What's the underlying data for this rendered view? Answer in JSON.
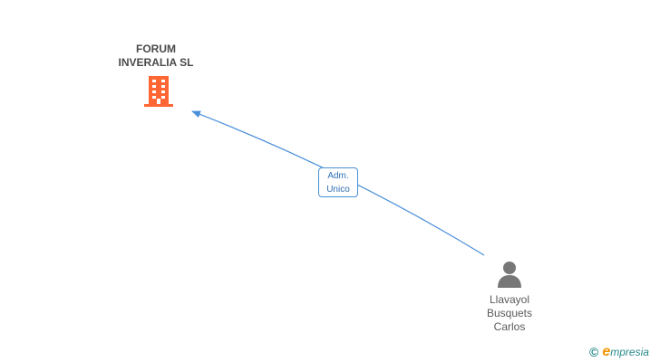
{
  "company": {
    "name": "FORUM\nINVERALIA SL",
    "icon": "building-icon",
    "color": "#ff6633"
  },
  "relation": {
    "role": "Adm.\nUnico",
    "color": "#4a90d9"
  },
  "person": {
    "name": "Llavayol\nBusquets\nCarlos",
    "icon": "person-icon",
    "color": "#777777"
  },
  "watermark": {
    "symbol": "©",
    "brand_initial": "e",
    "brand_rest": "mpresia",
    "brand_initial_color": "#f39200",
    "brand_color": "#2a8a8a"
  }
}
